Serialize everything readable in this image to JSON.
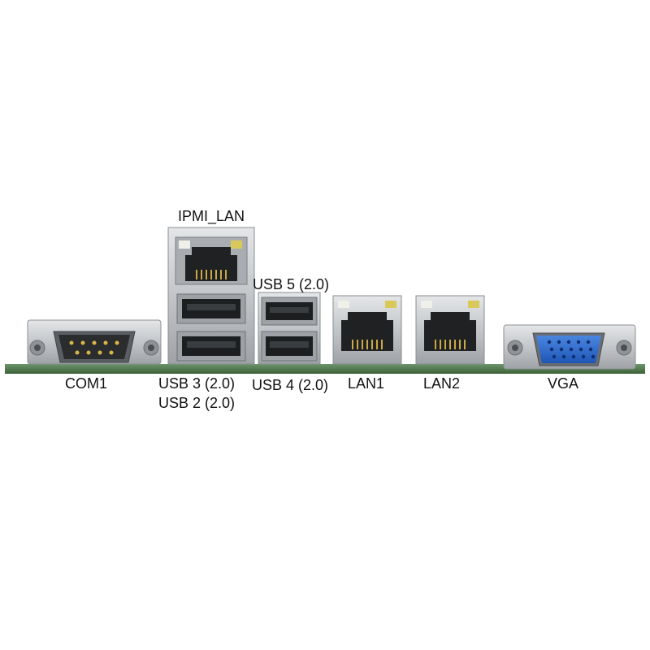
{
  "labels": {
    "ipmi_lan": "IPMI_LAN",
    "usb5": "USB 5 (2.0)",
    "com1": "COM1",
    "usb3": "USB 3 (2.0)",
    "usb2": "USB 2 (2.0)",
    "usb4": "USB 4 (2.0)",
    "lan1": "LAN1",
    "lan2": "LAN2",
    "vga": "VGA"
  },
  "colors": {
    "pcb": "#4f7a4a",
    "metal": "#c9cbcd",
    "vga_blue": "#2f6fd2",
    "led_yellow": "#d9c95a"
  },
  "icons": [
    "db9-serial-connector",
    "rj45-port",
    "usb-port",
    "vga-connector"
  ]
}
